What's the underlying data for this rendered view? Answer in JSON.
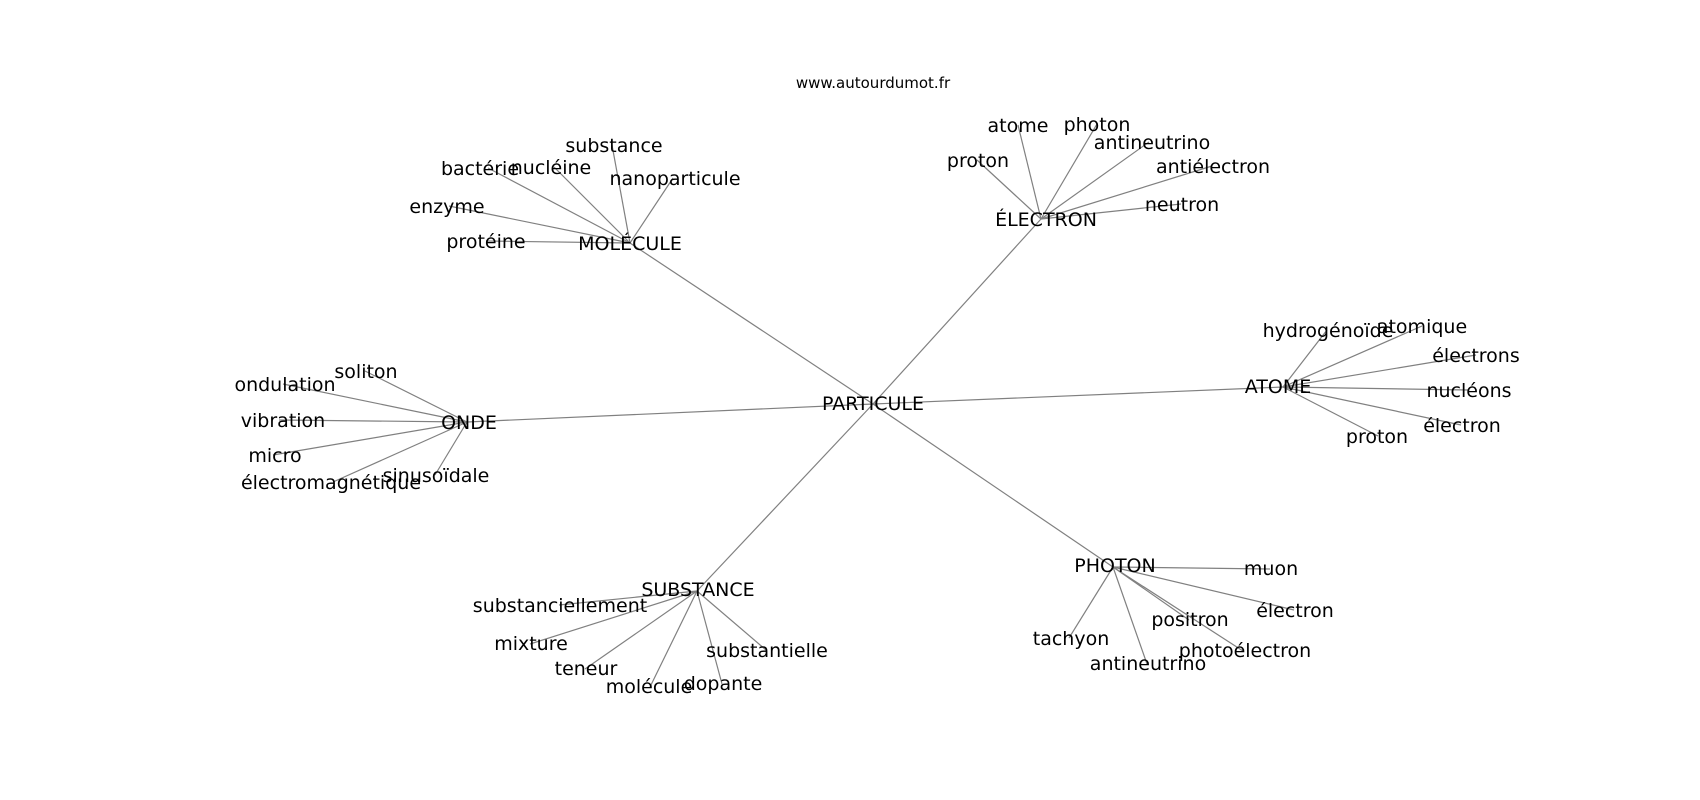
{
  "site": "www.autourdumot.fr",
  "center": "PARTICULE",
  "colors": {
    "edge": "#808080",
    "text": "#000000",
    "background": "#ffffff"
  },
  "clusters": [
    {
      "label": "MOLÉCULE",
      "leaves": [
        "substance",
        "bactérie",
        "nucléine",
        "nanoparticule",
        "enzyme",
        "protéine"
      ]
    },
    {
      "label": "ÉLECTRON",
      "leaves": [
        "atome",
        "photon",
        "antineutrino",
        "proton",
        "antiélectron",
        "neutron"
      ]
    },
    {
      "label": "ATOME",
      "leaves": [
        "hydrogénoïde",
        "atomique",
        "électrons",
        "nucléons",
        "électron",
        "proton"
      ]
    },
    {
      "label": "ONDE",
      "leaves": [
        "soliton",
        "ondulation",
        "vibration",
        "micro",
        "électromagnétique",
        "sinusoïdale"
      ]
    },
    {
      "label": "SUBSTANCE",
      "leaves": [
        "substanciellement",
        "mixture",
        "teneur",
        "molécule",
        "dopante",
        "substantielle"
      ]
    },
    {
      "label": "PHOTON",
      "leaves": [
        "muon",
        "électron",
        "positron",
        "tachyon",
        "photoélectron",
        "antineutrino"
      ]
    }
  ]
}
